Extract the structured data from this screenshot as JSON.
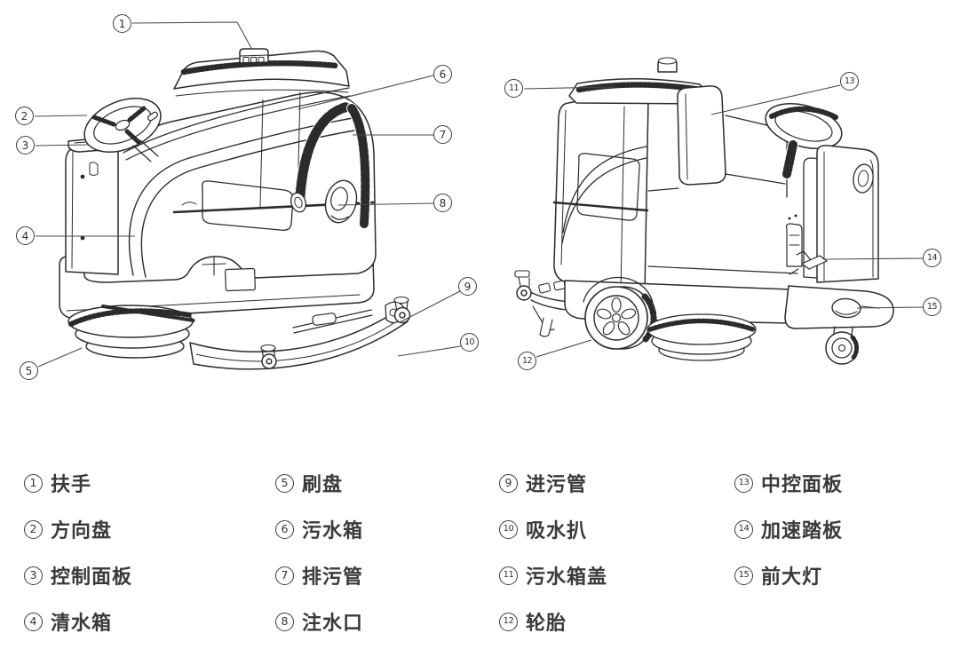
{
  "figure": {
    "type": "parts-diagram",
    "subject": "ride-on floor scrubber",
    "views": [
      {
        "name": "rear-left view"
      },
      {
        "name": "front-right view"
      }
    ],
    "colors": {
      "line": "#2b2b2b",
      "text": "#3a3a3a",
      "background": "#ffffff"
    }
  },
  "parts": [
    {
      "num": "1",
      "label": "扶手"
    },
    {
      "num": "2",
      "label": "方向盘"
    },
    {
      "num": "3",
      "label": "控制面板"
    },
    {
      "num": "4",
      "label": "清水箱"
    },
    {
      "num": "5",
      "label": "刷盘"
    },
    {
      "num": "6",
      "label": "污水箱"
    },
    {
      "num": "7",
      "label": "排污管"
    },
    {
      "num": "8",
      "label": "注水口"
    },
    {
      "num": "9",
      "label": "进污管"
    },
    {
      "num": "10",
      "label": "吸水扒"
    },
    {
      "num": "11",
      "label": "污水箱盖"
    },
    {
      "num": "12",
      "label": "轮胎"
    },
    {
      "num": "13",
      "label": "中控面板"
    },
    {
      "num": "14",
      "label": "加速踏板"
    },
    {
      "num": "15",
      "label": "前大灯"
    }
  ]
}
